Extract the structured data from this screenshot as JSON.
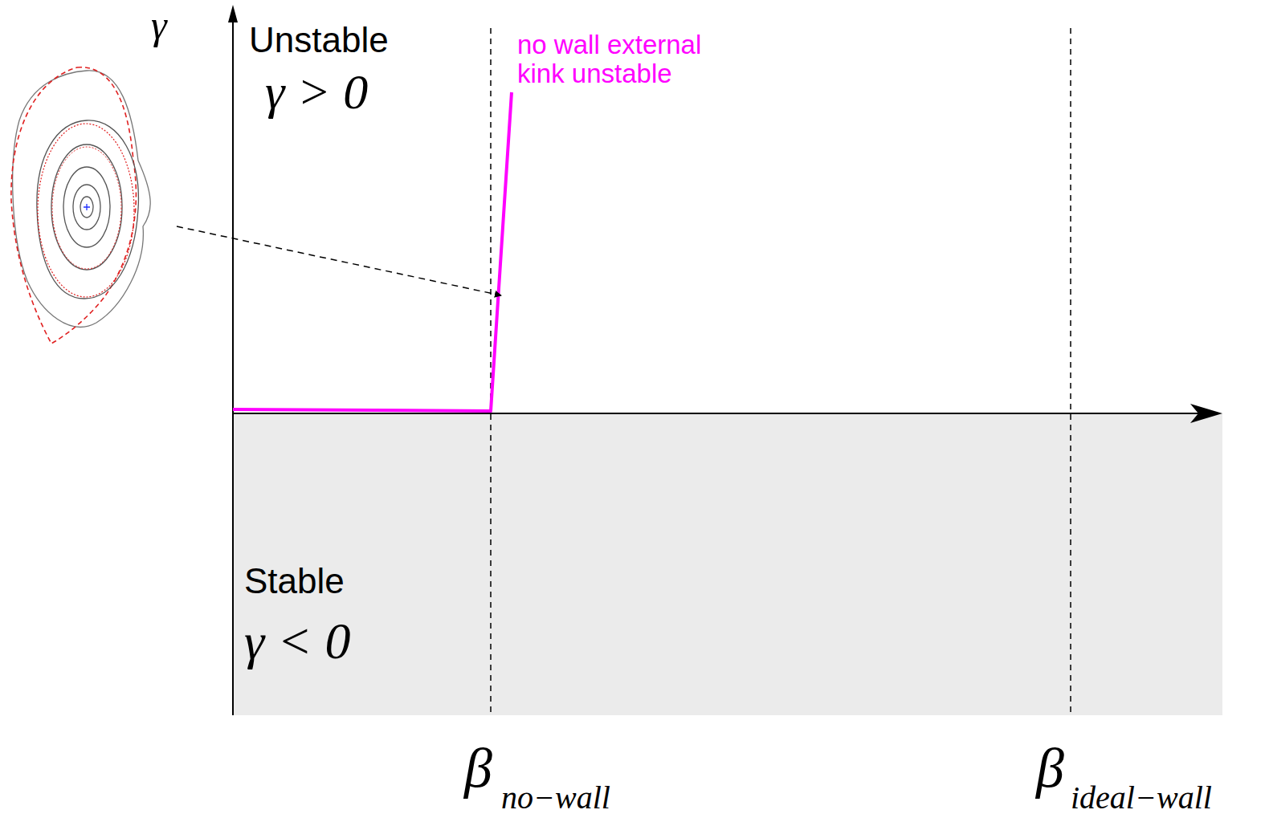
{
  "diagram": {
    "labels": [
      "γ",
      "Unstable",
      "γ > 0",
      "no wall external kink unstable",
      "Stable",
      "γ < 0",
      "β",
      "no−wall",
      "β",
      "ideal−wall"
    ]
  }
}
